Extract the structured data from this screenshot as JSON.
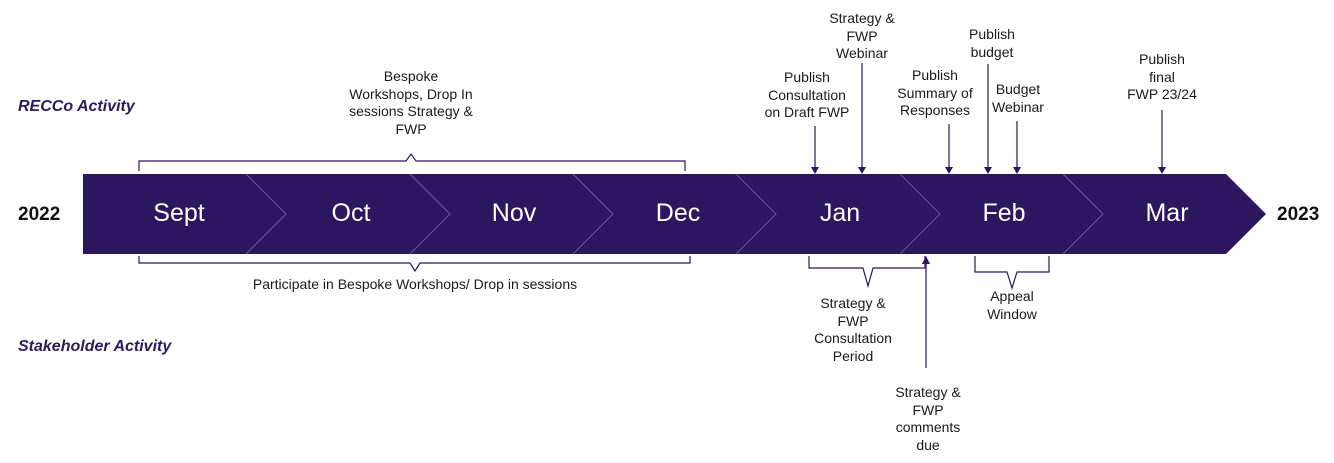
{
  "years": {
    "start": "2022",
    "end": "2023"
  },
  "bands": {
    "top": "RECCo Activity",
    "bottom": "Stakeholder Activity"
  },
  "months": [
    "Sept",
    "Oct",
    "Nov",
    "Dec",
    "Jan",
    "Feb",
    "Mar"
  ],
  "colors": {
    "arrow": "#2d1660",
    "divider": "#6a55a8",
    "line": "#2d1660"
  },
  "recco": {
    "bespoke": [
      "Bespoke",
      "Workshops, Drop In",
      "sessions Strategy &",
      "FWP"
    ],
    "consultation": [
      "Publish",
      "Consultation",
      "on Draft FWP"
    ],
    "webinar": [
      "Strategy &",
      "FWP",
      "Webinar"
    ],
    "summary": [
      "Publish",
      "Summary of",
      "Responses"
    ],
    "budget": [
      "Publish",
      "budget"
    ],
    "budget_webinar": [
      "Budget",
      "Webinar"
    ],
    "final": [
      "Publish",
      "final",
      "FWP 23/24"
    ]
  },
  "stakeholder": {
    "participate": [
      "Participate in Bespoke Workshops/ Drop in sessions"
    ],
    "consultation_period": [
      "Strategy &",
      "FWP",
      "Consultation",
      "Period"
    ],
    "appeal": [
      "Appeal",
      "Window"
    ],
    "comments": [
      "Strategy &",
      "FWP",
      "comments",
      "due"
    ]
  }
}
